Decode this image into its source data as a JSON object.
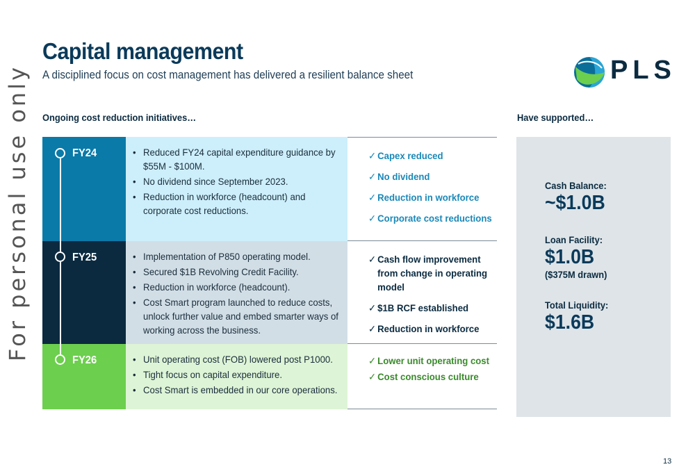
{
  "watermark": "For personal use only",
  "header": {
    "title": "Capital management",
    "subtitle": "A disciplined focus on cost management has delivered a resilient balance sheet"
  },
  "logo": {
    "text": "PLS",
    "colors": [
      "#2aa6d6",
      "#6ccf4d",
      "#0b2b40"
    ]
  },
  "section_left": "Ongoing cost reduction initiatives…",
  "section_right": "Have supported…",
  "rows": [
    {
      "year": "FY24",
      "color": "#0a7aa8",
      "bullets": [
        "Reduced FY24 capital expenditure guidance by $55M - $100M.",
        "No dividend since September 2023.",
        "Reduction in workforce (headcount) and corporate cost reductions."
      ],
      "checks": [
        "Capex reduced",
        "No dividend",
        "Reduction in workforce",
        "Corporate cost reductions"
      ]
    },
    {
      "year": "FY25",
      "color": "#0b2a40",
      "bullets": [
        "Implementation of P850 operating model.",
        "Secured $1B Revolving Credit Facility.",
        "Reduction in workforce (headcount).",
        "Cost Smart program launched to reduce costs, unlock further value and embed smarter ways of working across the business."
      ],
      "checks": [
        "Cash flow improvement from change in operating model",
        "$1B RCF established",
        "Reduction in workforce"
      ]
    },
    {
      "year": "FY26",
      "color": "#6ccf4d",
      "bullets": [
        "Unit operating cost (FOB) lowered post P1000.",
        "Tight focus on capital expenditure.",
        "Cost Smart is embedded in our core operations."
      ],
      "checks": [
        "Lower unit operating cost",
        "Cost conscious culture"
      ]
    }
  ],
  "tick_glyph": "✓",
  "summary": {
    "cash_label": "Cash Balance:",
    "cash_value": "~$1.0B",
    "loan_label": "Loan Facility:",
    "loan_value": "$1.0B",
    "loan_note": "($375M drawn)",
    "liquidity_label": "Total Liquidity:",
    "liquidity_value": "$1.6B"
  },
  "page_number": "13"
}
